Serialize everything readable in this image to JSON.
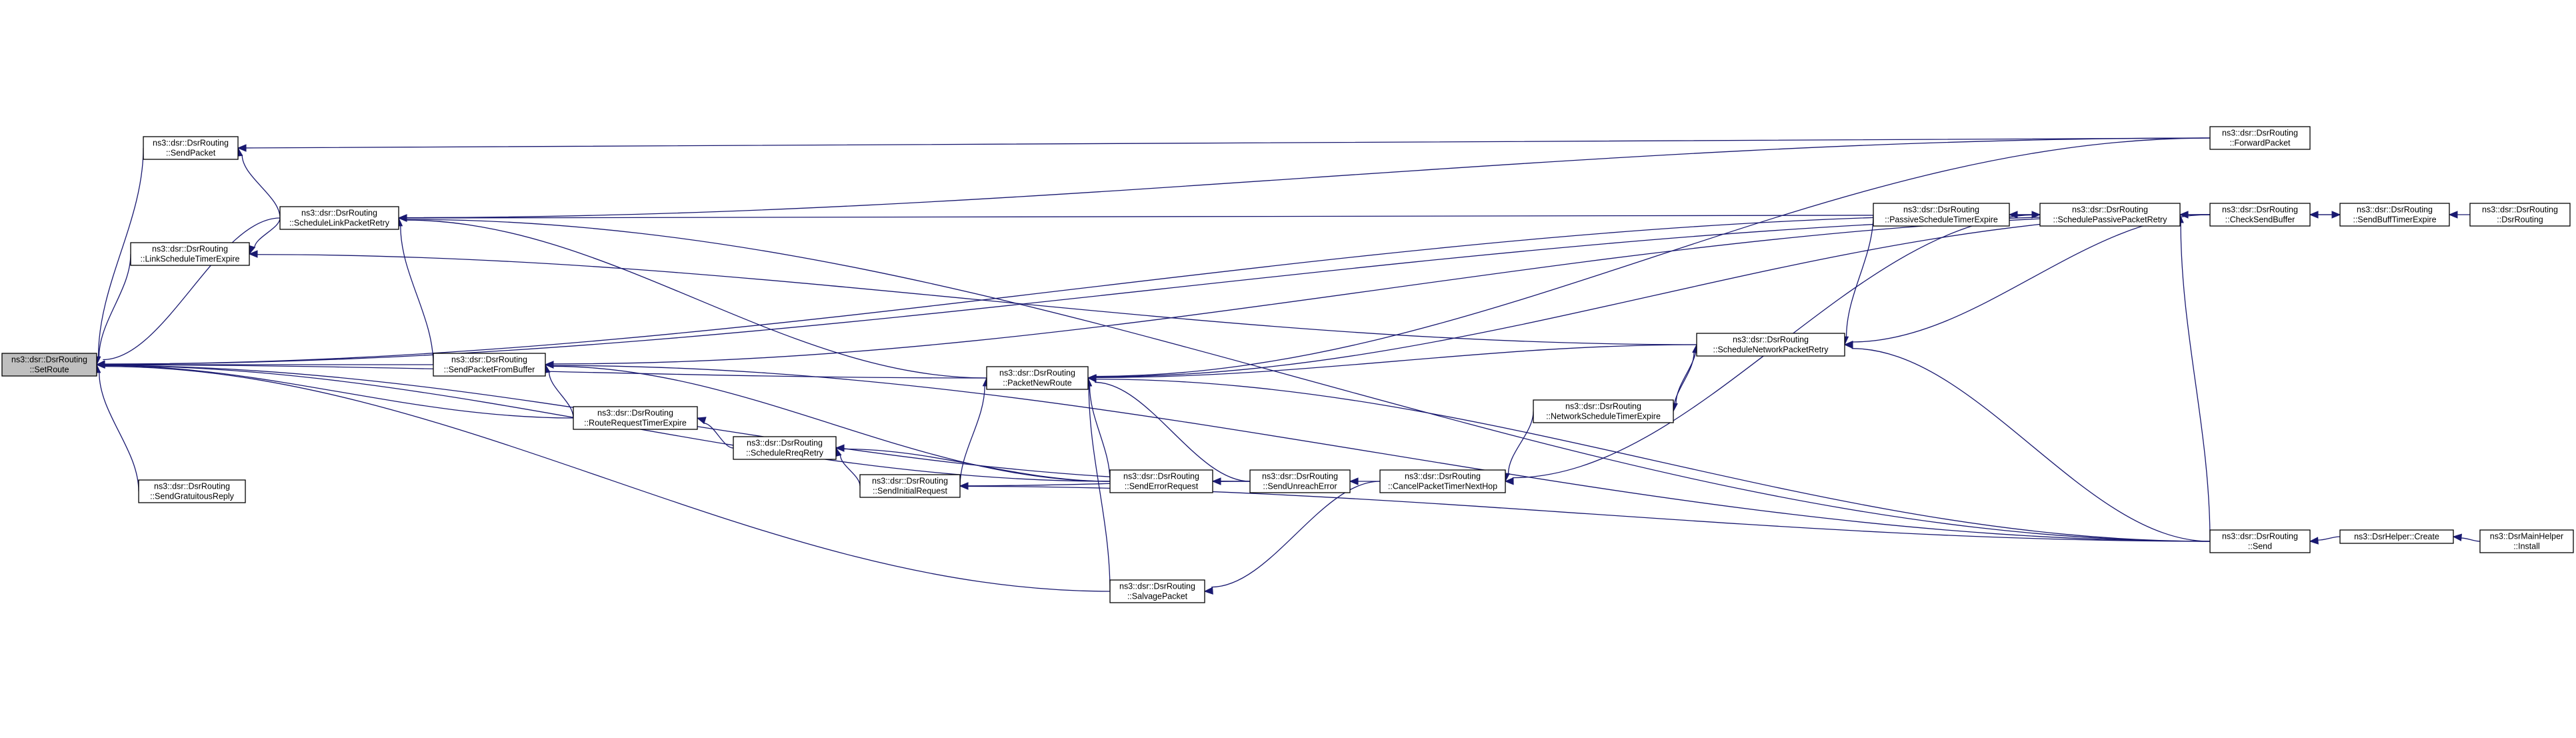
{
  "graph": {
    "nodes": [
      {
        "id": "setroute",
        "name": "node-set-route",
        "lines": [
          "ns3::dsr::DsrRouting",
          "::SetRoute"
        ],
        "root": true
      },
      {
        "id": "sendpacket",
        "name": "node-send-packet",
        "lines": [
          "ns3::dsr::DsrRouting",
          "::SendPacket"
        ]
      },
      {
        "id": "linkschedtimer",
        "name": "node-link-schedule-timer-expire",
        "lines": [
          "ns3::dsr::DsrRouting",
          "::LinkScheduleTimerExpire"
        ]
      },
      {
        "id": "sendgratuitous",
        "name": "node-send-gratuitous-reply",
        "lines": [
          "ns3::dsr::DsrRouting",
          "::SendGratuitousReply"
        ]
      },
      {
        "id": "schedlinkretry",
        "name": "node-schedule-link-packet-retry",
        "lines": [
          "ns3::dsr::DsrRouting",
          "::ScheduleLinkPacketRetry"
        ]
      },
      {
        "id": "sendfrombuffer",
        "name": "node-send-packet-from-buffer",
        "lines": [
          "ns3::dsr::DsrRouting",
          "::SendPacketFromBuffer"
        ]
      },
      {
        "id": "routereqtimer",
        "name": "node-route-request-timer-expire",
        "lines": [
          "ns3::dsr::DsrRouting",
          "::RouteRequestTimerExpire"
        ]
      },
      {
        "id": "schedrreqretry",
        "name": "node-schedule-rreq-retry",
        "lines": [
          "ns3::dsr::DsrRouting",
          "::ScheduleRreqRetry"
        ]
      },
      {
        "id": "sendinitialreq",
        "name": "node-send-initial-request",
        "lines": [
          "ns3::dsr::DsrRouting",
          "::SendInitialRequest"
        ]
      },
      {
        "id": "packetnewroute",
        "name": "node-packet-new-route",
        "lines": [
          "ns3::dsr::DsrRouting",
          "::PacketNewRoute"
        ]
      },
      {
        "id": "senderrorreq",
        "name": "node-send-error-request",
        "lines": [
          "ns3::dsr::DsrRouting",
          "::SendErrorRequest"
        ]
      },
      {
        "id": "sendunreach",
        "name": "node-send-unreach-error",
        "lines": [
          "ns3::dsr::DsrRouting",
          "::SendUnreachError"
        ]
      },
      {
        "id": "salvage",
        "name": "node-salvage-packet",
        "lines": [
          "ns3::dsr::DsrRouting",
          "::SalvagePacket"
        ]
      },
      {
        "id": "cancelnexthop",
        "name": "node-cancel-packet-timer-next-hop",
        "lines": [
          "ns3::dsr::DsrRouting",
          "::CancelPacketTimerNextHop"
        ]
      },
      {
        "id": "netschedtimer",
        "name": "node-network-schedule-timer-expire",
        "lines": [
          "ns3::dsr::DsrRouting",
          "::NetworkScheduleTimerExpire"
        ]
      },
      {
        "id": "schednetretry",
        "name": "node-schedule-network-packet-retry",
        "lines": [
          "ns3::dsr::DsrRouting",
          "::ScheduleNetworkPacketRetry"
        ]
      },
      {
        "id": "passivetimer",
        "name": "node-passive-schedule-timer-expire",
        "lines": [
          "ns3::dsr::DsrRouting",
          "::PassiveScheduleTimerExpire"
        ]
      },
      {
        "id": "schedpassiveretry",
        "name": "node-schedule-passive-packet-retry",
        "lines": [
          "ns3::dsr::DsrRouting",
          "::SchedulePassivePacketRetry"
        ]
      },
      {
        "id": "forwardpacket",
        "name": "node-forward-packet",
        "lines": [
          "ns3::dsr::DsrRouting",
          "::ForwardPacket"
        ]
      },
      {
        "id": "checksendbuffer",
        "name": "node-check-send-buffer",
        "lines": [
          "ns3::dsr::DsrRouting",
          "::CheckSendBuffer"
        ]
      },
      {
        "id": "sendbufftimer",
        "name": "node-send-buff-timer-expire",
        "lines": [
          "ns3::dsr::DsrRouting",
          "::SendBuffTimerExpire"
        ]
      },
      {
        "id": "dsrrouting",
        "name": "node-dsr-routing-ctor",
        "lines": [
          "ns3::dsr::DsrRouting",
          "::DsrRouting"
        ]
      },
      {
        "id": "send",
        "name": "node-send",
        "lines": [
          "ns3::dsr::DsrRouting",
          "::Send"
        ]
      },
      {
        "id": "helpercreate",
        "name": "node-dsr-helper-create",
        "lines": [
          "ns3::DsrHelper::Create"
        ]
      },
      {
        "id": "mainhelper",
        "name": "node-dsr-main-helper-install",
        "lines": [
          "ns3::DsrMainHelper",
          "::Install"
        ]
      }
    ],
    "edges": [
      [
        "sendpacket",
        "setroute"
      ],
      [
        "linkschedtimer",
        "setroute"
      ],
      [
        "sendgratuitous",
        "setroute"
      ],
      [
        "schedlinkretry",
        "setroute"
      ],
      [
        "sendfrombuffer",
        "setroute"
      ],
      [
        "routereqtimer",
        "setroute"
      ],
      [
        "packetnewroute",
        "setroute"
      ],
      [
        "senderrorreq",
        "setroute"
      ],
      [
        "sendunreach",
        "setroute"
      ],
      [
        "salvage",
        "setroute"
      ],
      [
        "schedpassiveretry",
        "setroute"
      ],
      [
        "checksendbuffer",
        "setroute"
      ],
      [
        "forwardpacket",
        "sendpacket"
      ],
      [
        "schedlinkretry",
        "sendpacket"
      ],
      [
        "schednetretry",
        "linkschedtimer"
      ],
      [
        "schedlinkretry",
        "linkschedtimer"
      ],
      [
        "sendfrombuffer",
        "schedlinkretry"
      ],
      [
        "packetnewroute",
        "schedlinkretry"
      ],
      [
        "send",
        "schedlinkretry"
      ],
      [
        "checksendbuffer",
        "schedlinkretry"
      ],
      [
        "forwardpacket",
        "schedlinkretry"
      ],
      [
        "routereqtimer",
        "sendfrombuffer"
      ],
      [
        "senderrorreq",
        "sendfrombuffer"
      ],
      [
        "send",
        "sendfrombuffer"
      ],
      [
        "checksendbuffer",
        "sendfrombuffer"
      ],
      [
        "schedrreqretry",
        "routereqtimer"
      ],
      [
        "senderrorreq",
        "schedrreqretry"
      ],
      [
        "sendinitialreq",
        "schedrreqretry"
      ],
      [
        "sendunreach",
        "sendinitialreq"
      ],
      [
        "send",
        "sendinitialreq"
      ],
      [
        "sendinitialreq",
        "packetnewroute"
      ],
      [
        "senderrorreq",
        "packetnewroute"
      ],
      [
        "sendunreach",
        "packetnewroute"
      ],
      [
        "salvage",
        "packetnewroute"
      ],
      [
        "schednetretry",
        "packetnewroute"
      ],
      [
        "forwardpacket",
        "packetnewroute"
      ],
      [
        "send",
        "packetnewroute"
      ],
      [
        "checksendbuffer",
        "packetnewroute"
      ],
      [
        "sendunreach",
        "senderrorreq"
      ],
      [
        "cancelnexthop",
        "sendunreach"
      ],
      [
        "cancelnexthop",
        "salvage"
      ],
      [
        "netschedtimer",
        "cancelnexthop"
      ],
      [
        "schedpassiveretry",
        "cancelnexthop"
      ],
      [
        "schednetretry",
        "netschedtimer"
      ],
      [
        "netschedtimer",
        "schednetretry"
      ],
      [
        "passivetimer",
        "schednetretry"
      ],
      [
        "send",
        "schednetretry"
      ],
      [
        "checksendbuffer",
        "schednetretry"
      ],
      [
        "schedpassiveretry",
        "passivetimer"
      ],
      [
        "passivetimer",
        "schedpassiveretry"
      ],
      [
        "send",
        "schedpassiveretry"
      ],
      [
        "checksendbuffer",
        "schedpassiveretry"
      ],
      [
        "sendbufftimer",
        "checksendbuffer"
      ],
      [
        "checksendbuffer",
        "sendbufftimer"
      ],
      [
        "dsrrouting",
        "sendbufftimer"
      ],
      [
        "helpercreate",
        "send"
      ],
      [
        "mainhelper",
        "helpercreate"
      ]
    ]
  }
}
